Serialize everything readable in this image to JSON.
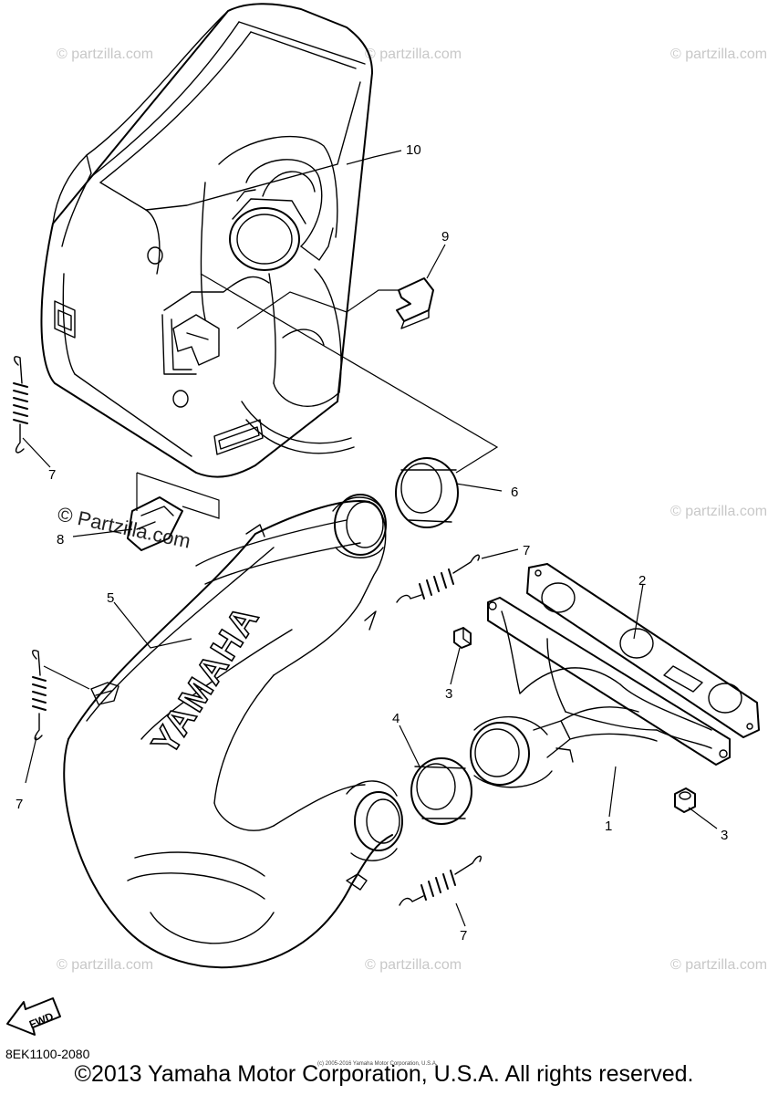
{
  "diagram": {
    "callouts": [
      {
        "id": "c10",
        "label": "10"
      },
      {
        "id": "c9",
        "label": "9"
      },
      {
        "id": "c7a",
        "label": "7"
      },
      {
        "id": "c6",
        "label": "6"
      },
      {
        "id": "c8",
        "label": "8"
      },
      {
        "id": "c7b",
        "label": "7"
      },
      {
        "id": "c5",
        "label": "5"
      },
      {
        "id": "c2",
        "label": "2"
      },
      {
        "id": "c3a",
        "label": "3"
      },
      {
        "id": "c4",
        "label": "4"
      },
      {
        "id": "c7c",
        "label": "7"
      },
      {
        "id": "c1",
        "label": "1"
      },
      {
        "id": "c3b",
        "label": "3"
      },
      {
        "id": "c7d",
        "label": "7"
      }
    ],
    "muffler_brand": "YAMAHA",
    "fwd_label": "FWD"
  },
  "watermarks": {
    "small": "© partzilla.com",
    "large": "© Partzilla.com"
  },
  "footer": {
    "part_code": "8EK1100-2080",
    "copyright": "©2013 Yamaha Motor Corporation, U.S.A. All rights reserved.",
    "copyright_small": "(c) 2005-2016 Yamaha Motor Corporation, U.S.A."
  }
}
